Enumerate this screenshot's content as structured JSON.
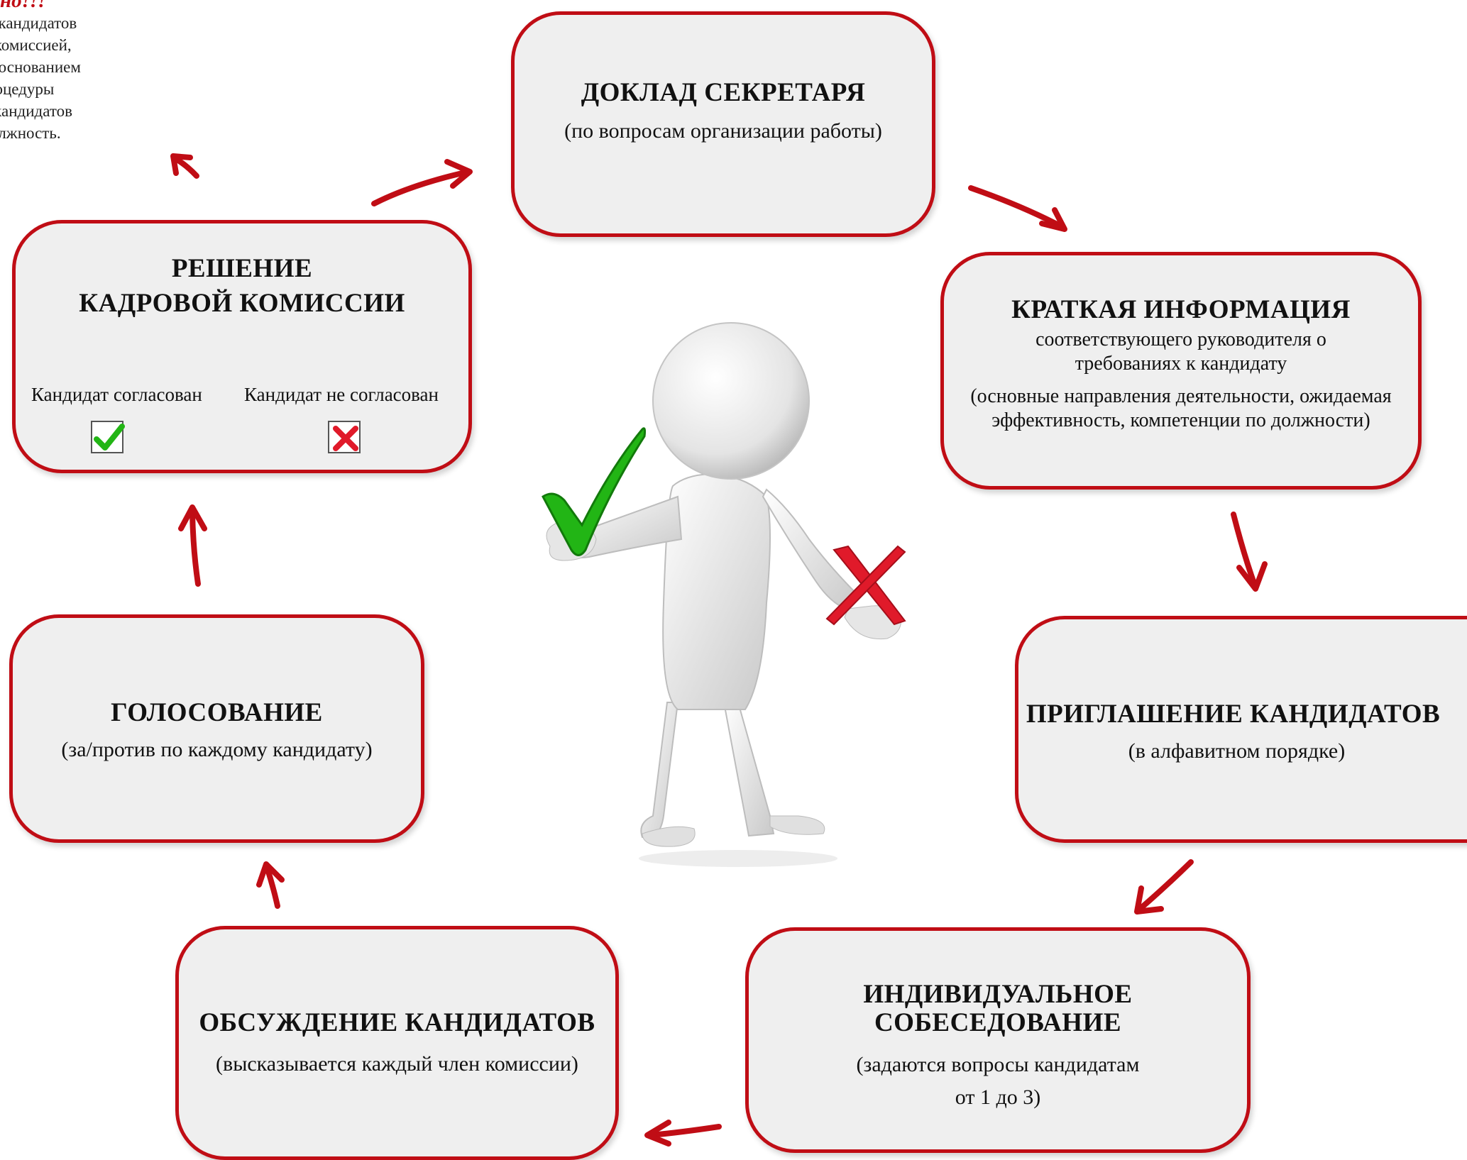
{
  "note": {
    "warning": "но!!!",
    "lines": [
      "ин из кандидатов",
      "овой комиссией,",
      "яется основанием",
      "ия процедуры",
      "ания кандидатов",
      "ую должность."
    ]
  },
  "boxes": {
    "secretary": {
      "title": "ДОКЛАД СЕКРЕТАРЯ",
      "subtitle": "(по вопросам организации работы)"
    },
    "brief": {
      "title": "КРАТКАЯ ИНФОРМАЦИЯ",
      "line1": "соответствующего  руководителя о требованиях к кандидату",
      "line2": "(основные направления деятельности, ожидаемая эффективность, компетенции по должности)"
    },
    "invite": {
      "title": "ПРИГЛАШЕНИЕ КАНДИДАТОВ",
      "subtitle": "(в алфавитном порядке)"
    },
    "interview": {
      "title": "ИНДИВИДУАЛЬНОЕ СОБЕСЕДОВАНИЕ",
      "subtitle": "(задаются вопросы кандидатам",
      "subtitle2": "от 1 до 3)"
    },
    "discussion": {
      "title": "ОБСУЖДЕНИЕ КАНДИДАТОВ",
      "subtitle": "(высказывается каждый член комиссии)"
    },
    "voting": {
      "title": "ГОЛОСОВАНИЕ",
      "subtitle": "(за/против по каждому кандидату)"
    },
    "decision": {
      "title1": "РЕШЕНИЕ",
      "title2": "КАДРОВОЙ КОМИССИИ",
      "approved": "Кандидат согласован",
      "rejected": "Кандидат не согласован"
    }
  },
  "colors": {
    "border": "#c00d15",
    "box_fill": "#efefef",
    "check": "#22b515",
    "cross": "#e01a2a"
  },
  "icons": [
    "check-icon",
    "cross-icon",
    "person-figure"
  ]
}
